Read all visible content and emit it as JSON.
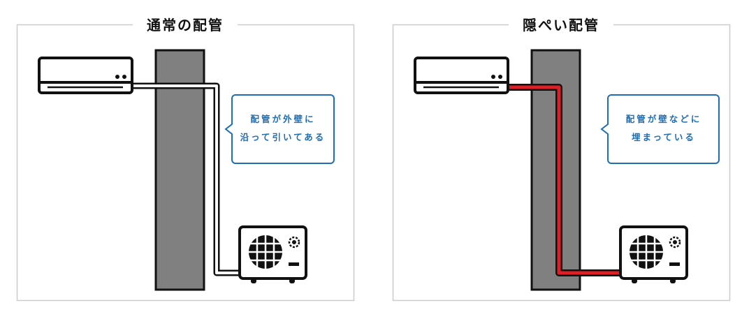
{
  "panels": [
    {
      "title": "通常の配管",
      "bubble_lines": [
        "配管が外壁に",
        "沿って引いてある"
      ],
      "pipe_type": "exposed",
      "pipe_color": "#ffffff"
    },
    {
      "title": "隠ぺい配管",
      "bubble_lines": [
        "配管が壁などに",
        "埋まっている"
      ],
      "pipe_type": "concealed",
      "pipe_color": "#e01e25"
    }
  ],
  "colors": {
    "wall": "#808080",
    "bubble_border": "#1f6db2",
    "frame": "#cccccc"
  }
}
